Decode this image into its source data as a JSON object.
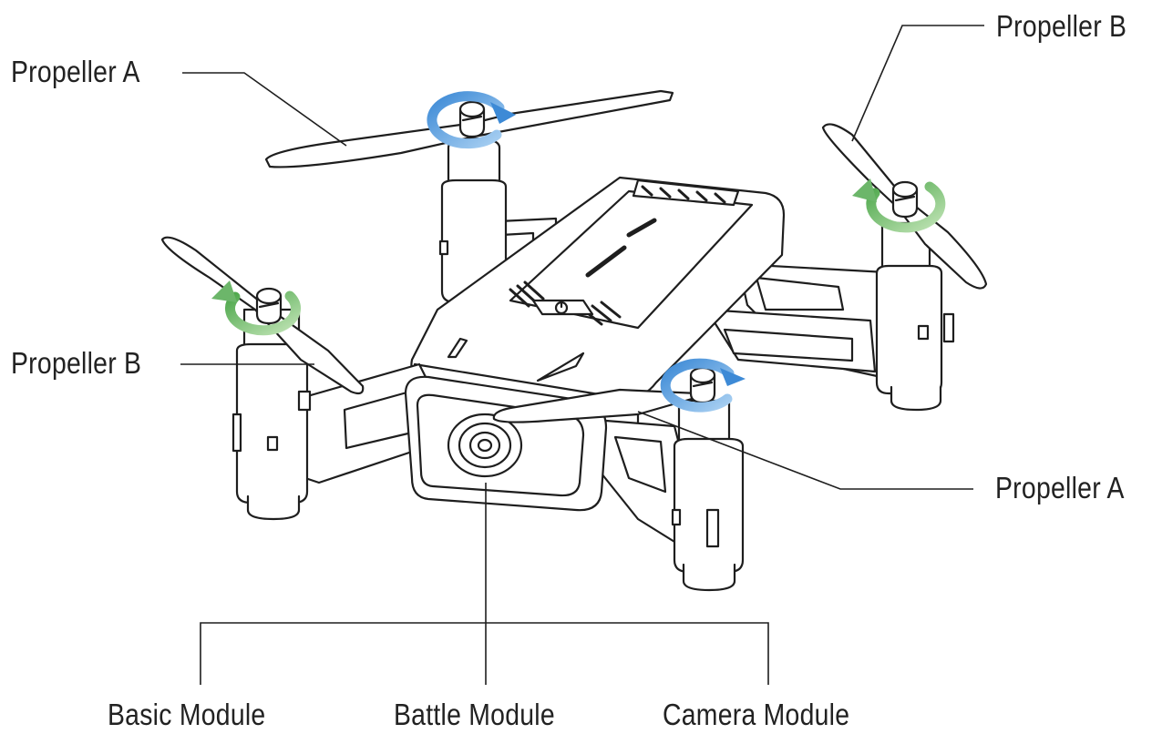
{
  "labels": {
    "propeller_a_top": "Propeller A",
    "propeller_b_top": "Propeller B",
    "propeller_b_left": "Propeller B",
    "propeller_a_right": "Propeller A",
    "basic_module": "Basic Module",
    "battle_module": "Battle Module",
    "camera_module": "Camera Module"
  },
  "colors": {
    "line": "#1e1e1e",
    "cw_arrow": "#5aa0dc",
    "ccw_arrow": "#6cb66a",
    "body_fill": "#ffffff"
  },
  "rotation": {
    "propeller_a": "clockwise",
    "propeller_b": "counter-clockwise"
  }
}
